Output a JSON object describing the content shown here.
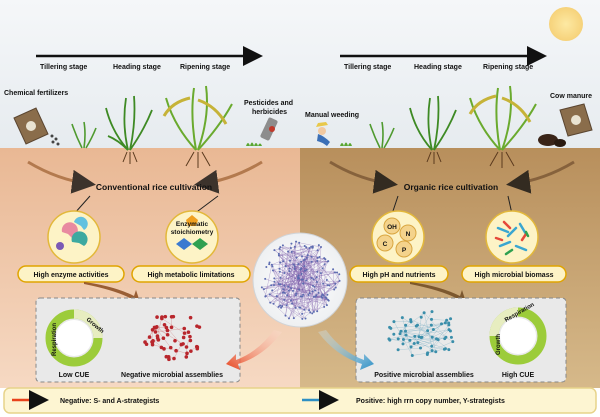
{
  "left": {
    "stages": [
      "Tillering stage",
      "Heading stage",
      "Ripening stage"
    ],
    "input_left": "Chemical fertilizers",
    "input_right_line1": "Pesticides and",
    "input_right_line2": "herbicides",
    "cultivation": "Conventional rice cultivation",
    "circle1_label": "High enzyme activities",
    "circle2_title_line1": "Enzymatic",
    "circle2_title_line2": "stoichiometry",
    "circle2_label": "High metabolic limitations",
    "ring_top": "Growth",
    "ring_side": "Respiration",
    "cue": "Low CUE",
    "assembly": "Negative microbial assemblies"
  },
  "right": {
    "stages": [
      "Tillering stage",
      "Heading stage",
      "Ripening stage"
    ],
    "input_left": "Manual weeding",
    "input_right": "Cow manure",
    "cultivation": "Organic rice cultivation",
    "nutrients": [
      "OH",
      "N",
      "C",
      "P"
    ],
    "circle1_label": "High pH and nutrients",
    "circle2_label": "High microbial biomass",
    "ring_top": "Respiration",
    "ring_side": "Growth",
    "cue": "High CUE",
    "assembly": "Positive microbial assemblies"
  },
  "legend": {
    "negative": "Negative: S- and A-strategists",
    "positive": "Positive: high rrn copy number, Y-strategists"
  },
  "colors": {
    "left_soil": "#f4cdb0",
    "right_soil": "#c9a574",
    "label_fill": "#fdf3c6",
    "label_stroke": "#e0a400",
    "neg_arrow": "#e8431c",
    "pos_arrow": "#2d8fc4",
    "ring_green": "#9ccc3a"
  }
}
